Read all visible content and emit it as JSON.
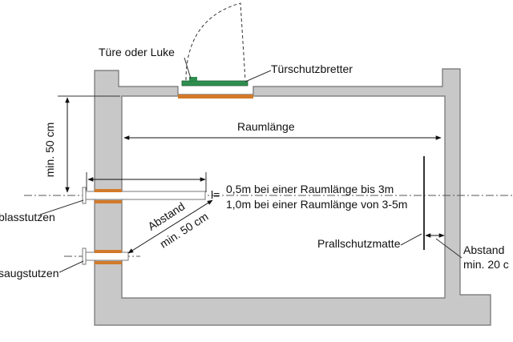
{
  "labels": {
    "door": "Türe oder Luke",
    "door_boards": "Türschutzbretter",
    "room_length": "Raumlänge",
    "min_50_vertical": "min. 50 cm",
    "l_symbol": "l=",
    "l_line1": "0,5m bei einer Raumlänge bis 3m",
    "l_line2": "1,0m bei einer Raumlänge von 3-5m",
    "blow_nozzle": "blasstutzen",
    "suction_nozzle": "saugstutzen",
    "spacing_line1": "Abstand",
    "spacing_line2": "min. 50 cm",
    "impact_mat": "Prallschutzmatte",
    "right_spacing_line1": "Abstand",
    "right_spacing_line2": "min. 20 c"
  },
  "colors": {
    "wall": "#c8c8c8",
    "wall_edge": "#707070",
    "door_board": "#2f8f4f",
    "pipe_sleeve": "#d27a2a"
  }
}
